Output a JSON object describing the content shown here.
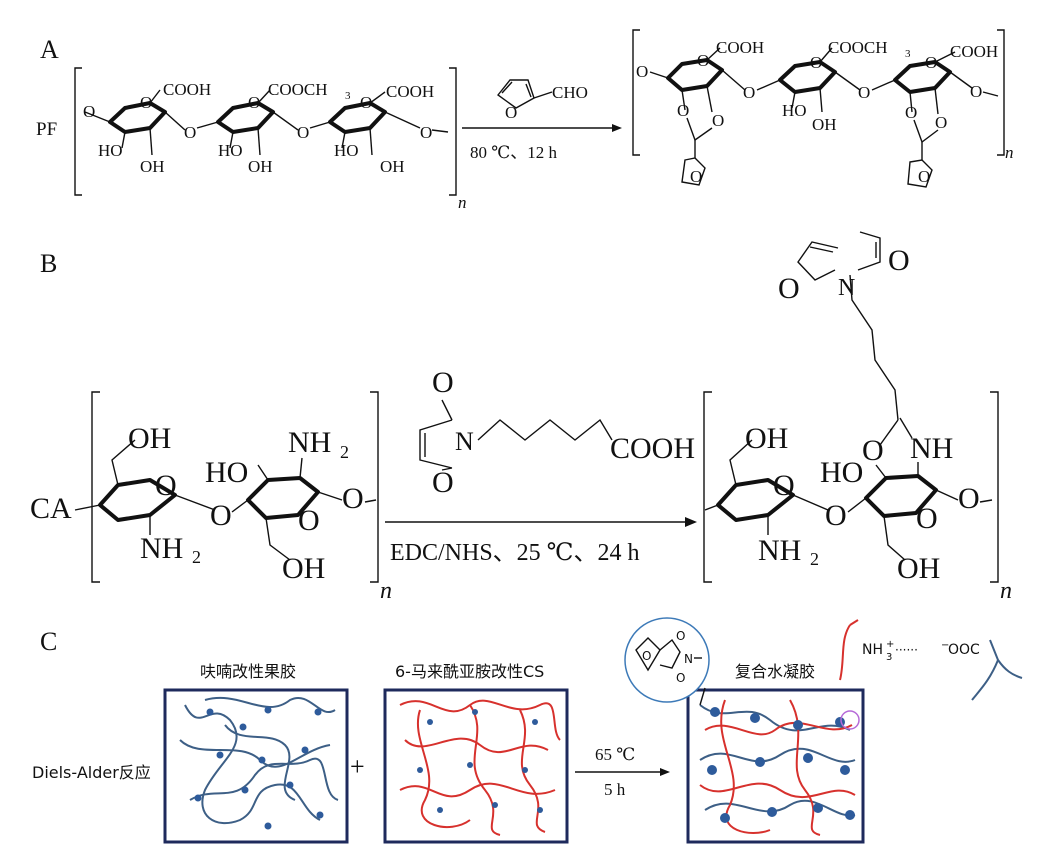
{
  "panels": {
    "a": {
      "label": "A",
      "reactant_prefix": "PF",
      "reagent": "CHO",
      "ring_o": "O",
      "condition": "80 ℃、12 h",
      "groups": {
        "cooh": "COOH",
        "cooch3": "COOCH",
        "sub3": "3",
        "oh": "HO",
        "oh2": "OH",
        "o": "O"
      },
      "n": "n"
    },
    "b": {
      "label": "B",
      "reactant_prefix": "CA",
      "reagent_cooh": "COOH",
      "condition": "EDC/NHS、25 ℃、24 h",
      "groups": {
        "oh": "OH",
        "ho": "HO",
        "nh2": "NH",
        "sub2": "2",
        "nh": "NH",
        "o": "O"
      },
      "n": "n"
    },
    "c": {
      "label": "C",
      "side_label": "Diels-Alder反应",
      "box1_title": "呋喃改性果胶",
      "box2_title": "6-马来酰亚胺改性CS",
      "box3_title": "复合水凝胶",
      "plus": "+",
      "cond_temp": "65 ℃",
      "cond_time": "5 h",
      "ionic_left": "NH",
      "ionic_sup": "+",
      "ionic_sub": "3",
      "ionic_dots": "······",
      "ionic_minus": "−",
      "ionic_right": "OOC",
      "inset_n": "N",
      "inset_o": "O"
    }
  }
}
